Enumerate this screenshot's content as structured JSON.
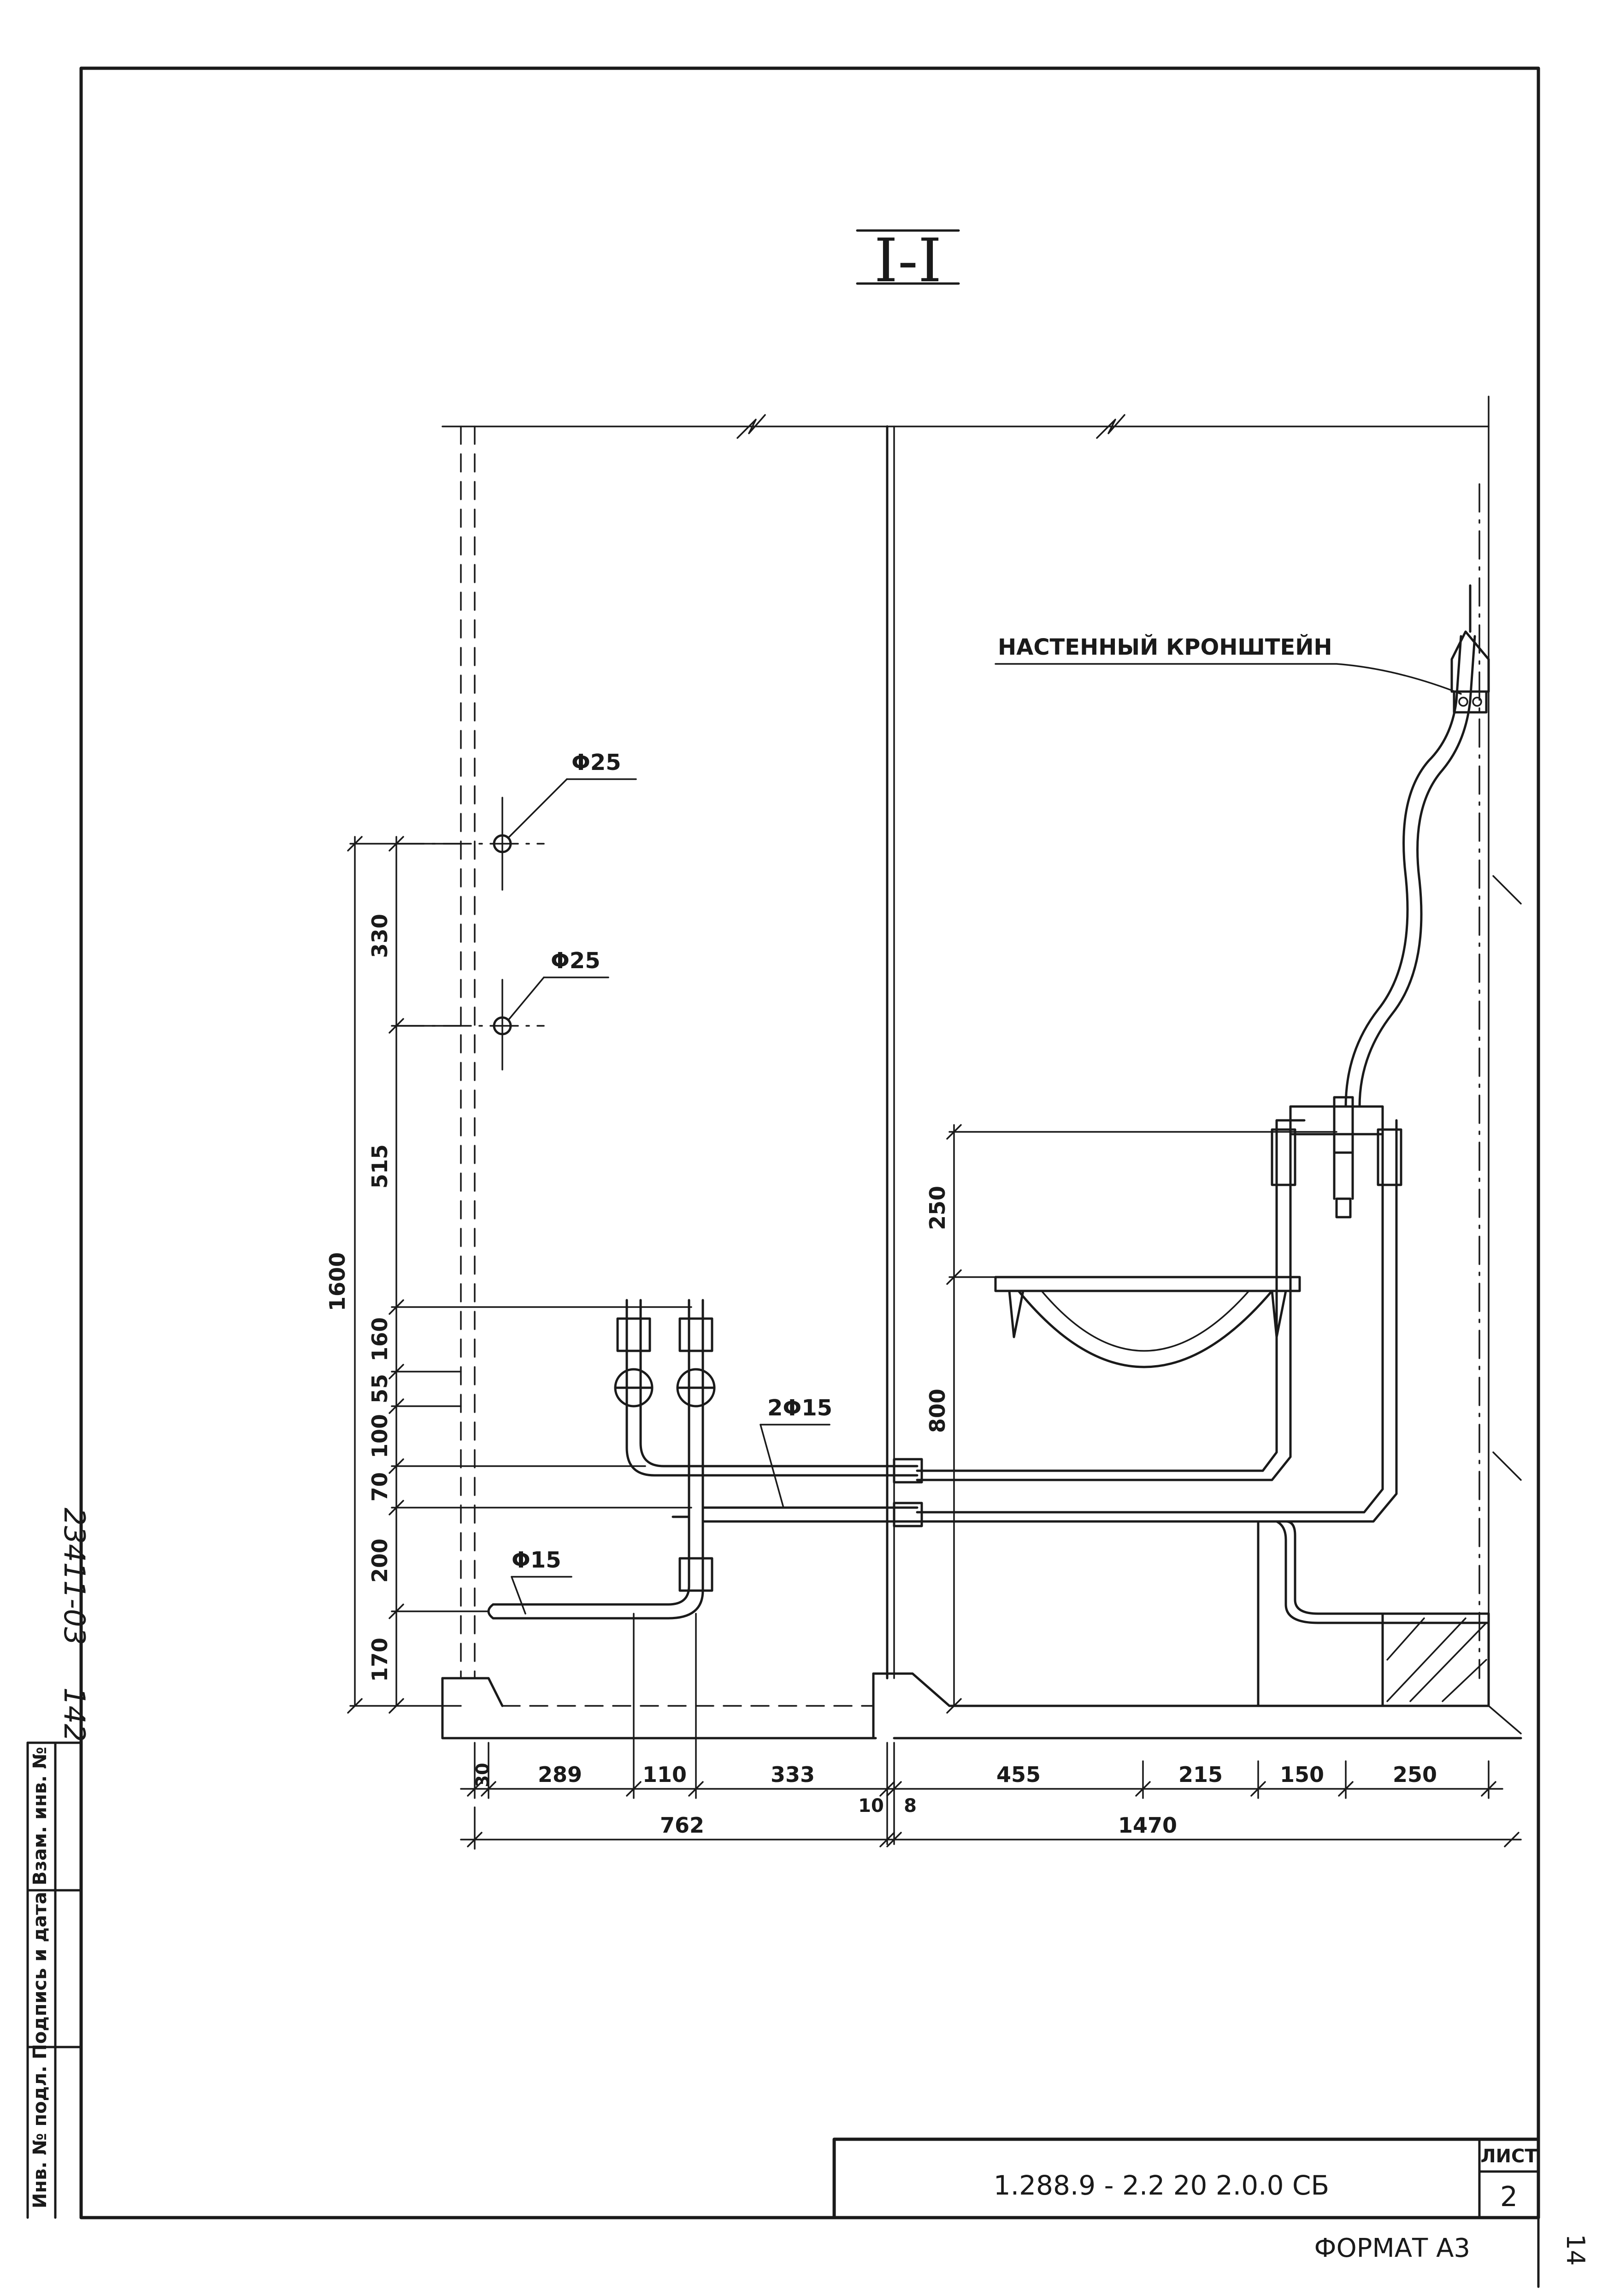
{
  "section_title": "I-I",
  "labels": {
    "bracket": "НАСТЕННЫЙ КРОНШТЕЙН",
    "pipe_top": "Φ25",
    "pipe_second": "Φ25",
    "pipe_double": "2Φ15",
    "pipe_low": "Φ15"
  },
  "vertical_dimensions": {
    "total": "1600",
    "segments": [
      "330",
      "515",
      "160",
      "55",
      "100",
      "70",
      "200",
      "170"
    ],
    "right_upper": "250",
    "right_lower": "800"
  },
  "horizontal_dimensions": {
    "row1": [
      "30",
      "289",
      "110",
      "333",
      "10",
      "8",
      "455",
      "215",
      "150",
      "250"
    ],
    "row2": [
      "762",
      "1470"
    ]
  },
  "side_notes": {
    "archive_number": "23411-03",
    "sheet_count": "142",
    "stamp_text": "Инв. № подл. Подпись и дата Взам. инв. №"
  },
  "title_block": {
    "document_code": "1.288.9 - 2.2  20  2.0.0 СБ",
    "sheet_label": "ЛИСТ",
    "sheet_number": "2",
    "format": "ФОРМАТ А3",
    "page_mark": "14"
  }
}
